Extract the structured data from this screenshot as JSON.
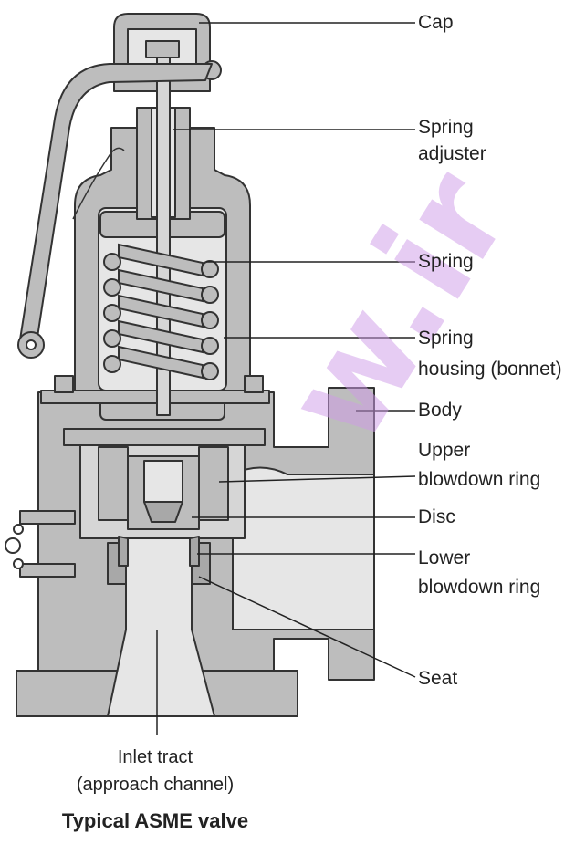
{
  "labels": {
    "cap": "Cap",
    "spring_adjuster_1": "Spring",
    "spring_adjuster_2": "adjuster",
    "spring": "Spring",
    "spring_housing_1": "Spring",
    "spring_housing_2": "housing (bonnet)",
    "body": "Body",
    "upper_ring_1": "Upper",
    "upper_ring_2": "blowdown ring",
    "disc": "Disc",
    "lower_ring_1": "Lower",
    "lower_ring_2": "blowdown ring",
    "seat": "Seat",
    "inlet_1": "Inlet tract",
    "inlet_2": "(approach channel)"
  },
  "caption": "Typical ASME valve",
  "watermark": "w.ir",
  "colors": {
    "metal": "#bdbdbd",
    "metal_dark": "#a8a8a8",
    "cavity": "#e6e6e6",
    "outline": "#333333",
    "leader": "#222222",
    "watermark": "#cf9be8"
  }
}
